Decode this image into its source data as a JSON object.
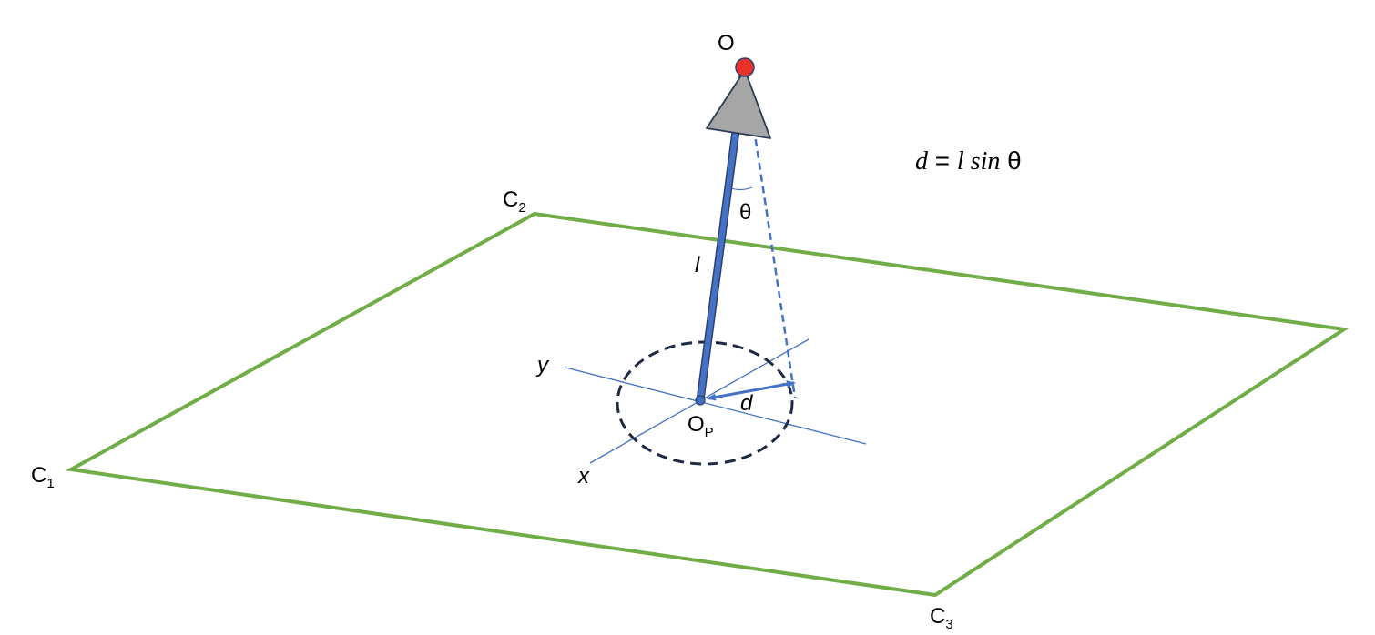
{
  "labels": {
    "origin": "O",
    "corner_c1": "C",
    "corner_c1_sub": "1",
    "corner_c2": "C",
    "corner_c2_sub": "2",
    "corner_c3": "C",
    "corner_c3_sub": "3",
    "projection": "O",
    "projection_sub": "P",
    "theta": "θ",
    "length": "l",
    "displacement": "d",
    "axis_x": "x",
    "axis_y": "y"
  },
  "formula": {
    "lhs": "d",
    "equals": " = ",
    "var_l": "l",
    "func": " sin",
    "angle": " θ"
  },
  "colors": {
    "plane": "#70AD47",
    "rod": "#4472C4",
    "rod_outline": "#2F3F6F",
    "origin_dot": "#E8322A",
    "cone": "#A6A6A6",
    "cone_outline": "#2B3A55",
    "circle": "#1F2A44",
    "axis": "#4472C4"
  },
  "icons": {
    "origin": "red-dot-icon",
    "cone": "cone-icon"
  }
}
